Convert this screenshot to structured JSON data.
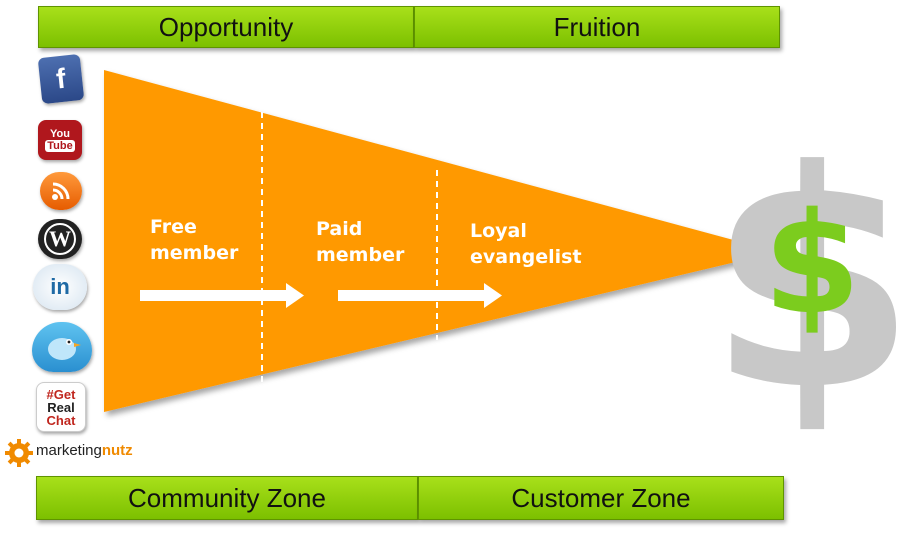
{
  "top_bars": {
    "opportunity": "Opportunity",
    "fruition": "Fruition"
  },
  "bottom_bars": {
    "community": "Community Zone",
    "customer": "Customer Zone"
  },
  "stages": [
    {
      "line1": "Free",
      "line2": "member"
    },
    {
      "line1": "Paid",
      "line2": "member"
    },
    {
      "line1": "Loyal",
      "line2": "evangelist"
    }
  ],
  "icons": {
    "facebook": "f",
    "youtube_top": "You",
    "youtube_bottom": "Tube",
    "wordpress": "W",
    "linkedin": "in",
    "getrealchat_1": "#Get",
    "getrealchat_2": "Real",
    "getrealchat_3": "Chat"
  },
  "logo": {
    "part1": "marketing",
    "part2": "nutz"
  },
  "dollar": "$",
  "colors": {
    "funnel": "#ff9900",
    "bar": "#8fd40c",
    "dollar_back": "#c8c8c8",
    "dollar_front": "#7ccc1e"
  }
}
